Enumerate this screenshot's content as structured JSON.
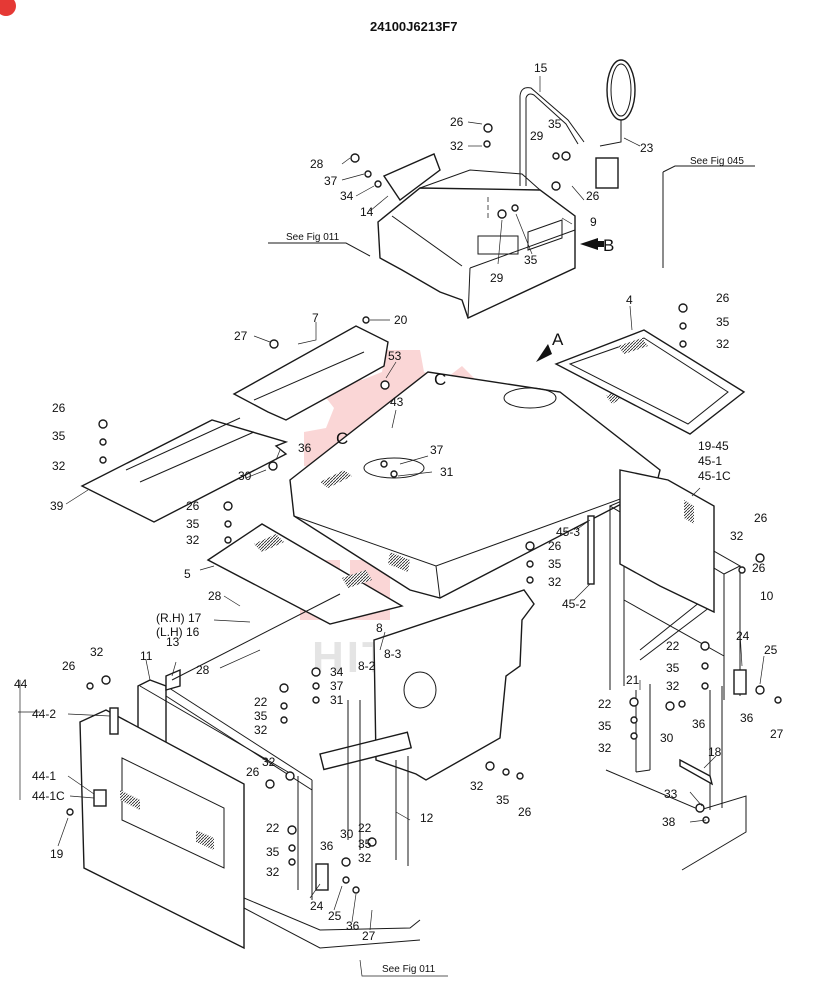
{
  "title": "24100J6213F7",
  "fig_refs": {
    "fig045": "See Fig 045",
    "fig011_top": "See Fig 011",
    "fig011_bottom": "See Fig 011"
  },
  "view_markers": {
    "a": "A",
    "b": "B",
    "c1": "C",
    "c2": "C"
  },
  "watermark_text": "HITEX",
  "colors": {
    "line": "#1a1a1a",
    "watermark": "#f08a8a",
    "background": "#ffffff"
  },
  "callouts": [
    "15",
    "26",
    "35",
    "32",
    "29",
    "23",
    "28",
    "37",
    "34",
    "14",
    "26",
    "9",
    "29",
    "35",
    "26",
    "7",
    "20",
    "27",
    "53",
    "26",
    "35",
    "32",
    "26",
    "35",
    "32",
    "43",
    "37",
    "31",
    "36",
    "30",
    "39",
    "4",
    "19-45",
    "45-1",
    "45-1C",
    "26",
    "35",
    "32",
    "45-3",
    "26",
    "35",
    "32",
    "45-2",
    "5",
    "28",
    "(R.H) 17",
    "(L.H) 16",
    "13",
    "28",
    "8",
    "8-3",
    "8-2",
    "34",
    "37",
    "31",
    "22",
    "35",
    "32",
    "26",
    "32",
    "11",
    "44",
    "44-2",
    "44-1",
    "44-1C",
    "19",
    "26",
    "32",
    "22",
    "35",
    "32",
    "30",
    "36",
    "35",
    "32",
    "24",
    "25",
    "36",
    "27",
    "32",
    "35",
    "26",
    "12",
    "32",
    "26",
    "10",
    "22",
    "35",
    "32",
    "24",
    "25",
    "21",
    "22",
    "35",
    "32",
    "30",
    "36",
    "36",
    "27",
    "18",
    "33",
    "38",
    "22"
  ]
}
